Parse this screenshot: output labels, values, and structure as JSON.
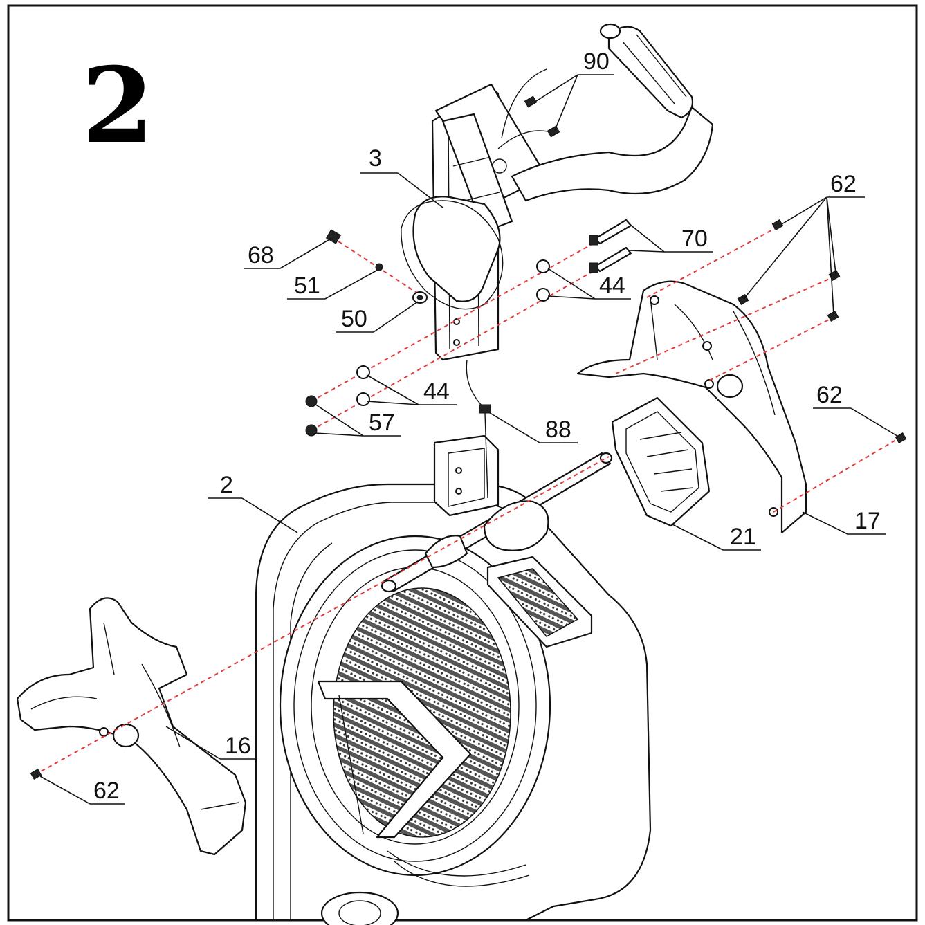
{
  "step_number": "2",
  "callouts": [
    {
      "id": "90",
      "label": "90"
    },
    {
      "id": "3",
      "label": "3"
    },
    {
      "id": "62a",
      "label": "62"
    },
    {
      "id": "68",
      "label": "68"
    },
    {
      "id": "70",
      "label": "70"
    },
    {
      "id": "51",
      "label": "51"
    },
    {
      "id": "44a",
      "label": "44"
    },
    {
      "id": "50",
      "label": "50"
    },
    {
      "id": "44b",
      "label": "44"
    },
    {
      "id": "57",
      "label": "57"
    },
    {
      "id": "62b",
      "label": "62"
    },
    {
      "id": "88",
      "label": "88"
    },
    {
      "id": "2",
      "label": "2"
    },
    {
      "id": "21",
      "label": "21"
    },
    {
      "id": "17",
      "label": "17"
    },
    {
      "id": "16",
      "label": "16"
    },
    {
      "id": "62c",
      "label": "62"
    }
  ],
  "colors": {
    "line": "#111111",
    "axis": "#e23b3b",
    "background": "#ffffff"
  }
}
